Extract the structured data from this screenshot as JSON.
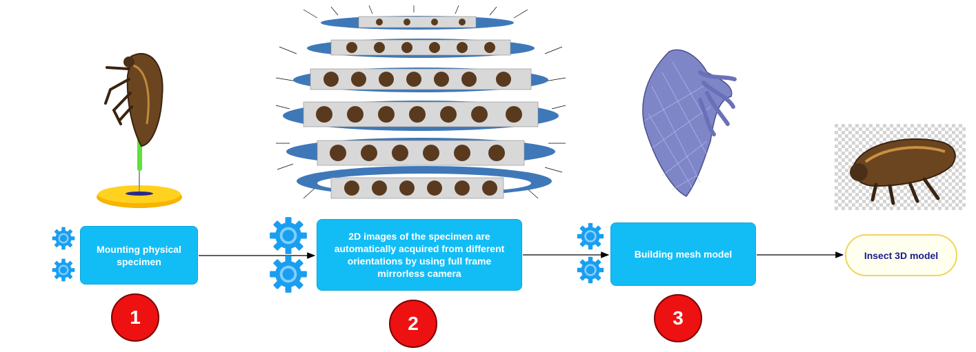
{
  "steps": [
    {
      "label": "Mounting physical specimen",
      "number": "1"
    },
    {
      "label": "2D images of the specimen are automatically acquired from different orientations by using full frame mirrorless camera",
      "number": "2"
    },
    {
      "label": "Building mesh model",
      "number": "3"
    }
  ],
  "final": {
    "label": "Insect 3D model"
  },
  "colors": {
    "step_box": "#12bdf6",
    "gear": "#1a9ef0",
    "number_badge": "#ee1111",
    "final_border": "#f2d45c",
    "final_text": "#1a1a8c",
    "ring": "#3f78b8",
    "mesh": "#7f86c8",
    "insect": "#6b4520"
  },
  "icons": [
    "gear-icon",
    "insect-specimen-image",
    "camera-ring-image",
    "mesh-model-image",
    "insect-3d-image"
  ]
}
